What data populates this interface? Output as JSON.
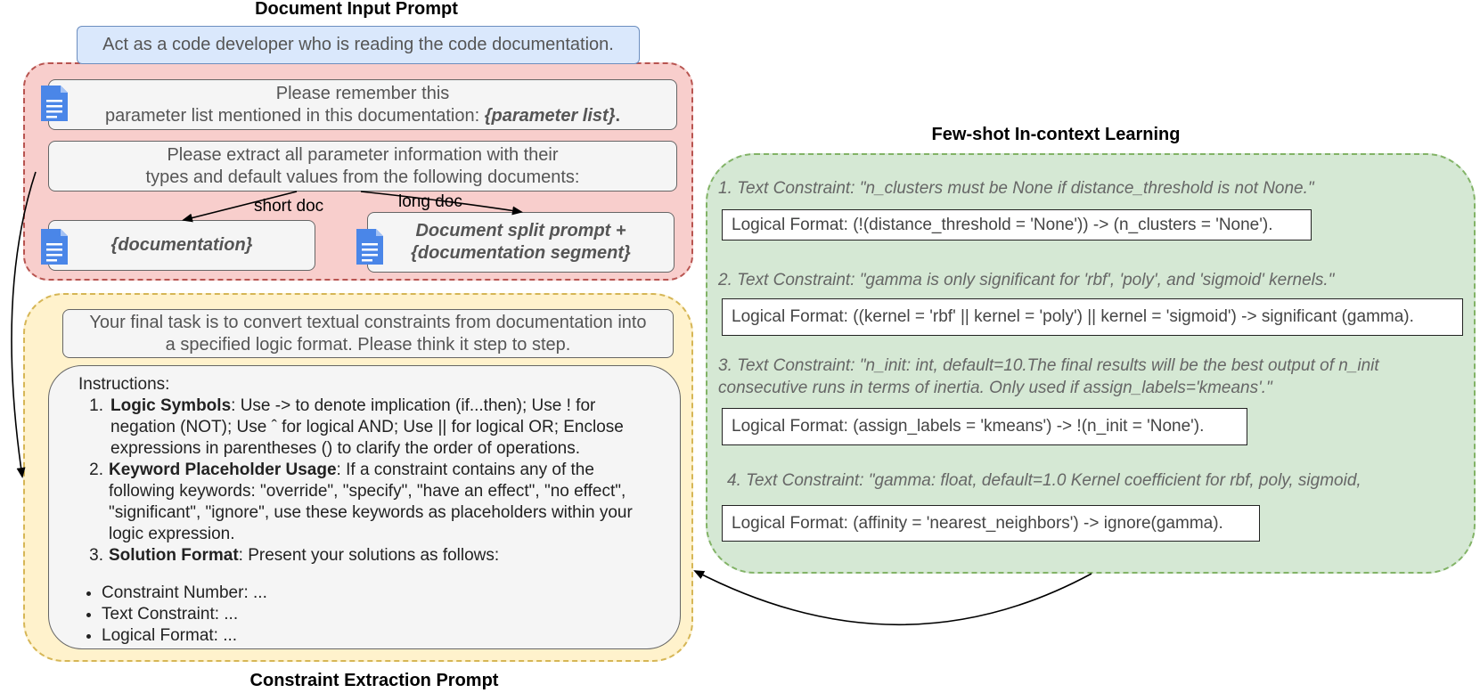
{
  "doc_input": {
    "title": "Document Input Prompt",
    "role_prompt": "Act as a code developer who is reading the code documentation.",
    "remember_line1": "Please remember this",
    "remember_line2": "parameter list mentioned in this documentation: ",
    "remember_param": "{parameter list}",
    "remember_end": ".",
    "extract_line1": "Please extract all parameter information with their",
    "extract_line2": "types and default values from the following documents:",
    "short_doc_label": "short doc",
    "long_doc_label": "long doc",
    "documentation": "{documentation}",
    "split_line1": "Document split prompt +",
    "split_line2": "{documentation segment}"
  },
  "constraint_prompt": {
    "title": "Constraint Extraction Prompt",
    "task_line1": "Your final task is to convert textual constraints from documentation into",
    "task_line2": "a specified logic format. Please think it step to step.",
    "instructions_heading": "Instructions:",
    "items": [
      {
        "num": "1.",
        "keyword": "Logic Symbols",
        "text": ": Use -> to denote implication (if...then); Use ! for negation (NOT); Use ˆ for logical AND; Use || for logical OR; Enclose expressions in parentheses () to clarify the order of operations."
      },
      {
        "num": "2.",
        "keyword": "Keyword Placeholder Usage",
        "text": ": If a constraint contains any of the following keywords: \"override\", \"specify\", \"have an effect\", \"no effect\", \"significant\", \"ignore\", use these keywords as placeholders within your logic expression."
      },
      {
        "num": "3.",
        "keyword": "Solution Format",
        "text": ": Present your solutions as follows:"
      }
    ],
    "bullets": [
      "Constraint Number: ...",
      "Text Constraint: ...",
      "Logical Format: ..."
    ]
  },
  "few_shot": {
    "title": "Few-shot In-context Learning",
    "examples": [
      {
        "text": "1. Text Constraint: \"n_clusters must be None if distance_threshold is not None.\"",
        "logical": "Logical Format: (!(distance_threshold = 'None')) -> (n_clusters = 'None')."
      },
      {
        "text": "2. Text Constraint: \"gamma is only significant for 'rbf', 'poly', and 'sigmoid' kernels.\"",
        "logical": "Logical Format: ((kernel = 'rbf' || kernel = 'poly') || kernel = 'sigmoid') -> significant (gamma)."
      },
      {
        "text_line1": "3. Text Constraint: \"n_init: int, default=10.The final results will be the best output of n_init",
        "text_line2": "consecutive runs in terms of inertia. Only used if assign_labels='kmeans'.\"",
        "logical": "Logical Format: (assign_labels = 'kmeans') -> !(n_init = 'None')."
      },
      {
        "text": "4. Text Constraint: \"gamma: float, default=1.0 Kernel coefficient for rbf, poly, sigmoid,",
        "logical": "Logical Format: (affinity = 'nearest_neighbors') -> ignore(gamma)."
      }
    ]
  },
  "colors": {
    "red_region": "#f8cecc",
    "red_border": "#b85450",
    "blue_box": "#dae8fc",
    "blue_border": "#6c8ebf",
    "yellow_region": "#fff2cc",
    "yellow_border": "#d6b656",
    "green_region": "#d5e8d4",
    "green_border": "#82b366",
    "doc_icon": "#4a86e8"
  }
}
